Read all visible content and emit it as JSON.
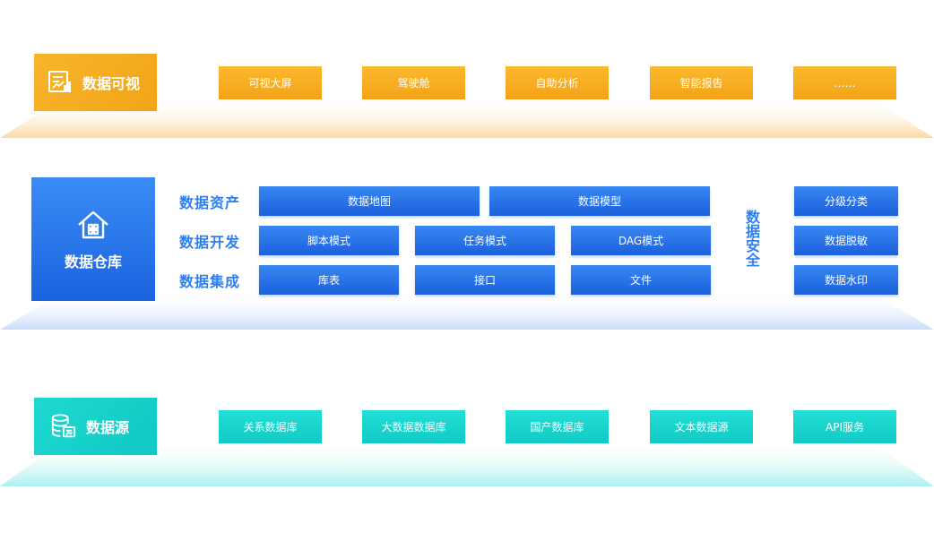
{
  "layers": {
    "visual": {
      "title": "数据可视",
      "icon": "chart-report-icon",
      "color": "#f5a81c",
      "items": [
        "可视大屏",
        "驾驶舱",
        "自助分析",
        "智能报告",
        "……"
      ]
    },
    "warehouse": {
      "title": "数据仓库",
      "icon": "home-icon",
      "color": "#2570e8",
      "asset": {
        "label": "数据资产",
        "items": [
          "数据地图",
          "数据模型"
        ]
      },
      "dev": {
        "label": "数据开发",
        "items": [
          "脚本模式",
          "任务模式",
          "DAG模式"
        ]
      },
      "integration": {
        "label": "数据集成",
        "items": [
          "库表",
          "接口",
          "文件"
        ]
      },
      "security": {
        "label": "数据安全",
        "items": [
          "分级分类",
          "数据脱敏",
          "数据水印"
        ]
      }
    },
    "source": {
      "title": "数据源",
      "icon": "database-icon",
      "color": "#16cdc8",
      "items": [
        "关系数据库",
        "大数据数据库",
        "国产数据库",
        "文本数据源",
        "API服务"
      ]
    }
  }
}
